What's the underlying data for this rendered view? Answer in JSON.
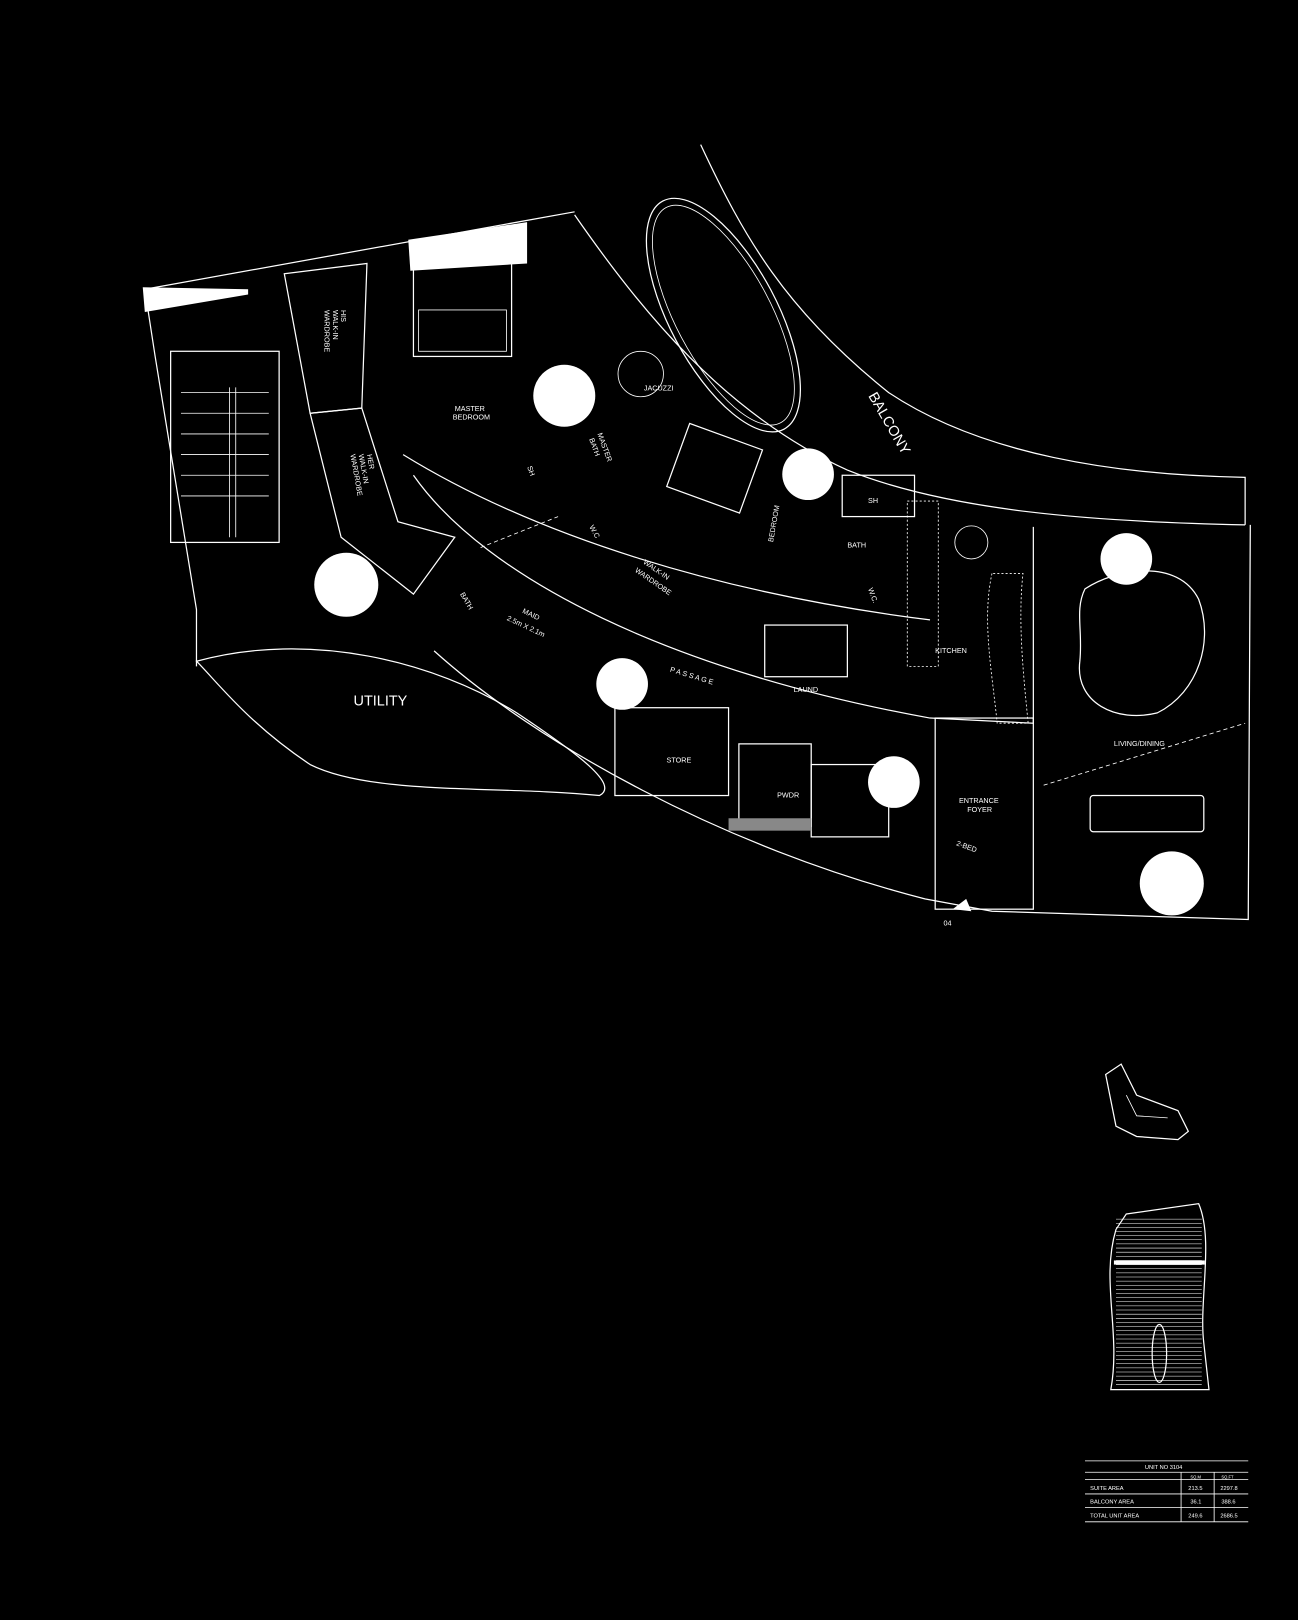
{
  "plan": {
    "rooms": {
      "his_wardrobe": [
        "HIS",
        "WALK-IN",
        "WARDROBE"
      ],
      "her_wardrobe": [
        "HER",
        "WALK-IN",
        "WARDROBE"
      ],
      "master_bedroom": [
        "MASTER",
        "BEDROOM"
      ],
      "master_bath": [
        "MASTER",
        "BATH"
      ],
      "jacuzzi": "JACUZZI",
      "sh1": "SH",
      "wc1": "W.C",
      "walkin_wardrobe": [
        "WALK-IN",
        "WARDROBE"
      ],
      "bedroom": "BEDROOM",
      "bath2": "BATH",
      "sh2": "SH",
      "wc2": "W.C.",
      "kitchen": "KITCHEN",
      "laund": "LAUND",
      "maid": [
        "MAID",
        "2.5m X 2.1m"
      ],
      "bath_maid": "BATH",
      "passage": "P A S S A G E",
      "store": "STORE",
      "pwdr": "PWDR",
      "entrance": [
        "ENTRANCE",
        "FOYER"
      ],
      "two_bed": "2-BED",
      "living": "LIVING/DINING",
      "utility": "UTILITY",
      "balcony": "BALCONY"
    },
    "entry_marker": "04"
  },
  "area_table": {
    "title": "UNIT NO 3104",
    "headers": [
      "SQ.M",
      "SQ.FT"
    ],
    "rows": [
      {
        "label": "SUITE AREA",
        "sqm": "213.5",
        "sqft": "2297.8"
      },
      {
        "label": "BALCONY AREA",
        "sqm": "36.1",
        "sqft": "388.6"
      },
      {
        "label": "TOTAL UNIT AREA",
        "sqm": "249.6",
        "sqft": "2686.5"
      }
    ]
  }
}
